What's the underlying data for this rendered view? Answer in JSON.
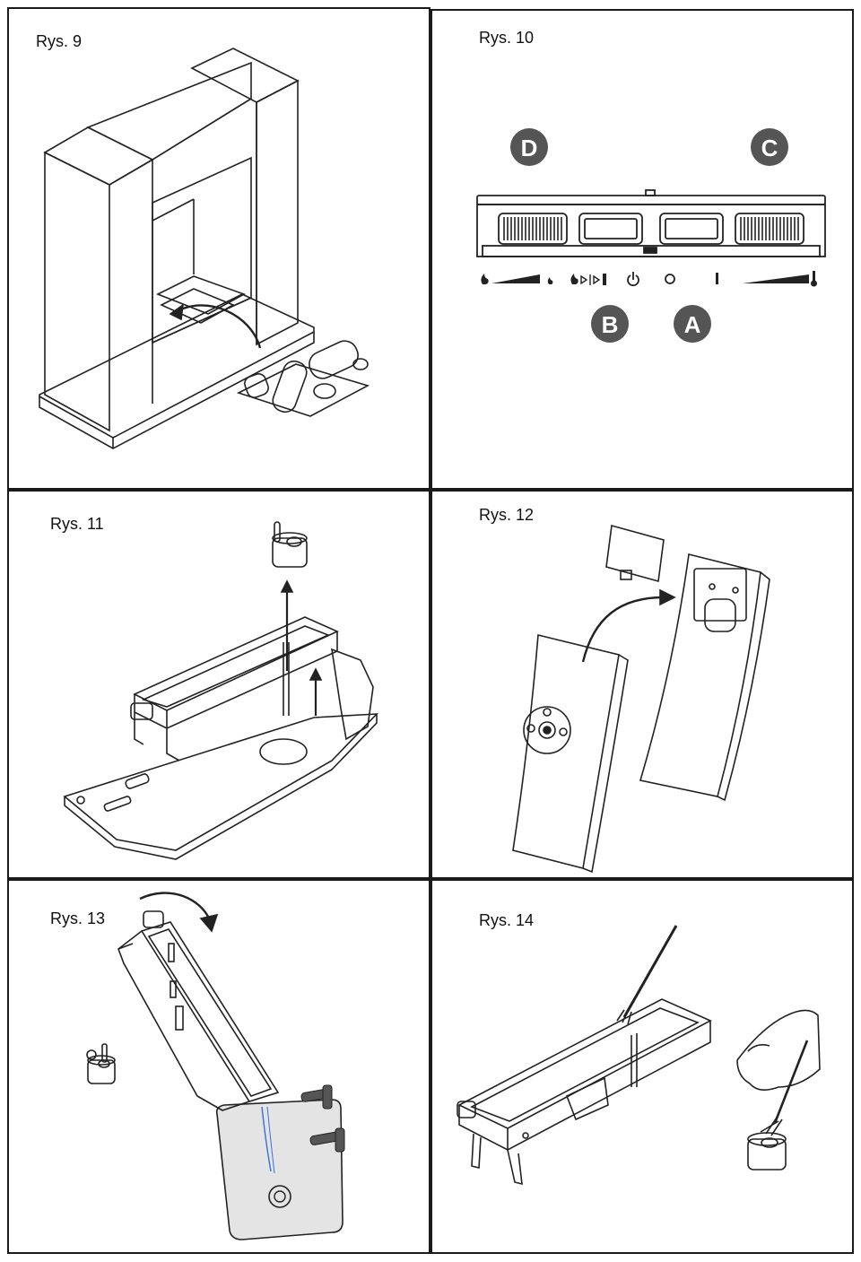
{
  "figures": [
    {
      "caption": "Rys. 9"
    },
    {
      "caption": "Rys. 10",
      "badges": [
        "D",
        "C",
        "B",
        "A"
      ]
    },
    {
      "caption": "Rys. 11"
    },
    {
      "caption": "Rys. 12"
    },
    {
      "caption": "Rys. 13"
    },
    {
      "caption": "Rys. 14"
    }
  ],
  "icons": [
    "flame-high-icon",
    "flame-low-icon",
    "flame-cycle-icon",
    "power-icon",
    "off-icon",
    "on-icon",
    "thermometer-icon"
  ]
}
